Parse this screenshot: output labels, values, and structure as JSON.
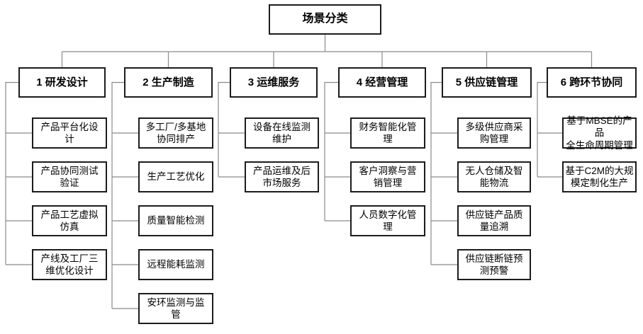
{
  "diagram": {
    "root": {
      "label": "场景分类"
    },
    "columns": [
      {
        "label": "1 研发设计",
        "children": [
          "产品平台化设\n计",
          "产品协同测试\n验证",
          "产品工艺虚拟\n仿真",
          "产线及工厂三\n维优化设计"
        ]
      },
      {
        "label": "2 生产制造",
        "children": [
          "多工厂/多基地\n协同排产",
          "生产工艺优化",
          "质量智能检测",
          "远程能耗监测",
          "安环监测与监\n管"
        ]
      },
      {
        "label": "3 运维服务",
        "children": [
          "设备在线监测\n维护",
          "产品运维及后\n市场服务"
        ]
      },
      {
        "label": "4 经营管理",
        "children": [
          "财务智能化管\n理",
          "客户洞察与营\n销管理",
          "人员数字化管\n理"
        ]
      },
      {
        "label": "5 供应链管理",
        "children": [
          "多级供应商采\n购管理",
          "无人仓储及智\n能物流",
          "供应链产品质\n量追溯",
          "供应链断链预\n测预警"
        ]
      },
      {
        "label": "6 跨环节协同",
        "children": [
          "基于MBSE的产品\n全生命周期管理",
          "基于C2M的大规\n模定制化生产"
        ]
      }
    ],
    "colors": {
      "box_border": "#1c1c1c",
      "connector": "#8a8a8a",
      "background": "#ffffff",
      "text": "#000000"
    }
  }
}
